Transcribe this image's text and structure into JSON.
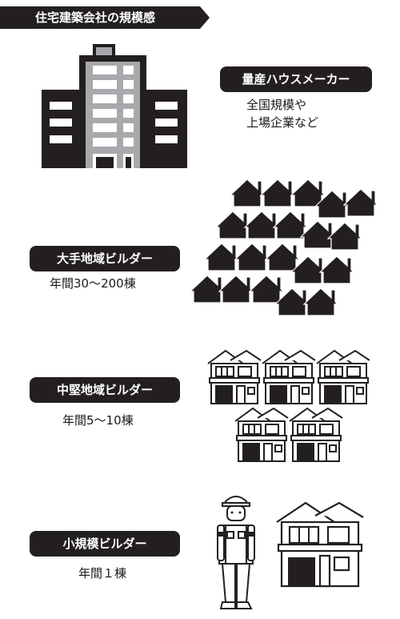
{
  "title": "住宅建築会社の規模感",
  "tiers": [
    {
      "label": "量産ハウスメーカー",
      "note_lines": [
        "全国規模や",
        "上場企業など"
      ]
    },
    {
      "label": "大手地域ビルダー",
      "note_lines": [
        "年間30～200棟"
      ]
    },
    {
      "label": "中堅地域ビルダー",
      "note_lines": [
        "年間5～10棟"
      ]
    },
    {
      "label": "小規模ビルダー",
      "note_lines": [
        "年間１棟"
      ]
    }
  ],
  "icons": {
    "tier1": "office-building-icon",
    "tier2": "house-silhouette-icon",
    "tier3": "two-story-house-icon",
    "tier4": "construction-worker-icon"
  },
  "colors": {
    "dark": "#231f20",
    "gray": "#a7a9ac",
    "white": "#ffffff"
  }
}
